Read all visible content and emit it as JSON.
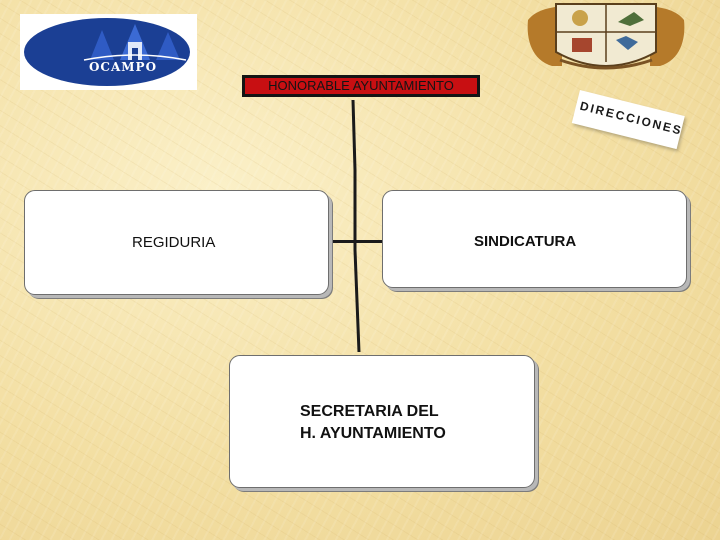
{
  "logo": {
    "wordmark": "OCAMPO",
    "brand_color": "#1b3f94"
  },
  "crest": {
    "icon": "coat-of-arms-icon"
  },
  "top_label": {
    "text": "HONORABLE AYUNTAMIENTO",
    "background_color": "#c80f12"
  },
  "tilted_tag": {
    "text": "DIRECCIONES"
  },
  "boxes": {
    "regiduria": "REGIDURIA",
    "sindicatura": "SINDICATURA",
    "secretaria_line1": "SECRETARIA DEL",
    "secretaria_line2": "H. AYUNTAMIENTO"
  }
}
